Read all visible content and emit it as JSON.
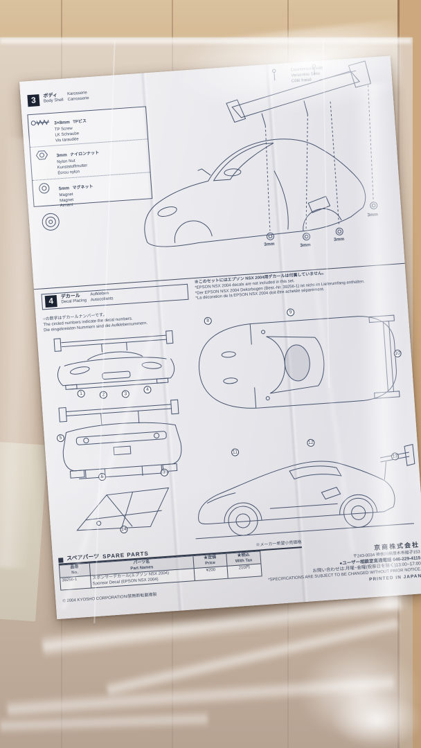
{
  "step3": {
    "number": "3",
    "title_jp": "ボディ",
    "title_en": "Body Shell",
    "title_de": "Karosserie",
    "title_fr": "Carrosserie",
    "parts": [
      {
        "size": "3×8mm",
        "jp": "TPビス",
        "en": "TP Screw",
        "de": "LK Schraube",
        "fr": "Vis taraudée"
      },
      {
        "size": "3mm",
        "jp": "ナイロンナット",
        "en": "Nylon Nut",
        "de": "Kunststoffmutter",
        "fr": "Écrou nylon"
      },
      {
        "size": "5mm",
        "jp": "マグネット",
        "en": "Magnet",
        "de": "Magnet",
        "fr": "Aimant"
      }
    ],
    "countersunk": {
      "l1": "Countersunk side",
      "l2": "Versenkte Seite",
      "l3": "Côté fraisé"
    },
    "dims": [
      "3mm",
      "3mm",
      "3mm",
      "3mm"
    ]
  },
  "step4": {
    "number": "4",
    "title_jp": "デカール",
    "title_en": "Decal Placing",
    "title_de": "Aufkleben",
    "title_fr": "Autocollants",
    "notes": [
      "※このセットにはエプソン NSX 2004用デカールは付属していません。",
      "*EPSON NSX 2004 decals are not included in this set.",
      "*Der EPSON NSX 2004 Dekorbogen (Best.-Nr. 39256-1) ist nicht im Lieferumfang enthalten.",
      "*La décoration de la EPSON NSX 2004 doit être achetée séparément."
    ],
    "sub_notes": [
      "○の数字はデカールナンバーです。",
      "The circled numbers indicate the decal numbers.",
      "Die eingekreisten Nummern sind die Aufklebernummern."
    ],
    "markers": {
      "front": [
        "1",
        "2",
        "3",
        "4"
      ],
      "top": [
        "8",
        "9",
        "10"
      ],
      "rear": [
        "5",
        "6",
        "7"
      ],
      "side": [
        "11",
        "12",
        "13"
      ],
      "sketch": [
        "14"
      ]
    }
  },
  "spare": {
    "title_jp": "スペアパーツ",
    "title_en": "SPARE PARTS",
    "note": "※メーカー希望小売価格",
    "headers": {
      "no_jp": "品番",
      "no_en": "No.",
      "name_jp": "パーツ名",
      "name_en": "Part Names",
      "price_jp": "★定価",
      "price_en": "Price",
      "tax_jp": "★税込",
      "tax_en": "With Tax"
    },
    "row": {
      "no": "39256-1",
      "name_jp": "スポンサーデカール(エプソン NSX 2004)",
      "name_en": "Sponsor Decal (EPSON NSX 2004)",
      "price": "¥200",
      "tax": "210円"
    }
  },
  "company": {
    "name": "京商株式会社",
    "postal": "〒243-0034 神奈川県厚木市船子153",
    "phone": "●ユーザー相談室直通電話 046-229-4115",
    "hours": "お問い合わせは:月曜~金曜(祝祭日を除く)13:00~17:00",
    "disclaimer": "*SPECIFICATIONS ARE SUBJECT TO BE CHANGED WITHOUT PRIOR NOTICE.",
    "printed": "PRINTED IN JAPAN"
  },
  "copyright": "© 2004 KYOSHO CORPORATION/禁無断転載複製"
}
